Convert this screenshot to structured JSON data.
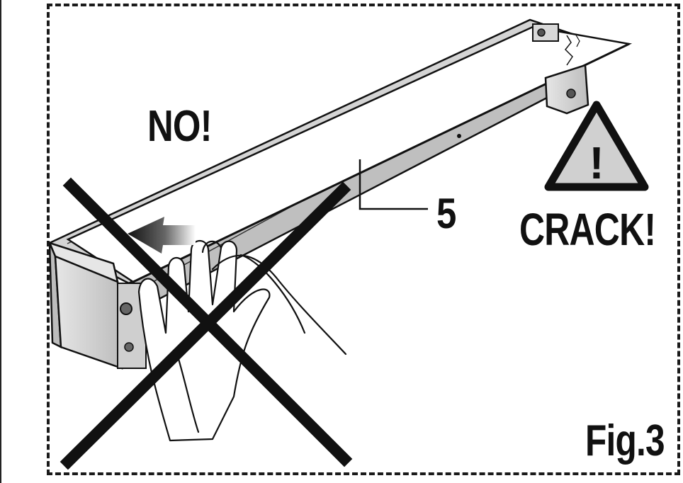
{
  "figure": {
    "no_label": "NO!",
    "part_number": "5",
    "warning_text": "CRACK!",
    "warning_symbol": "!",
    "figure_label": "Fig.3"
  },
  "icons": {
    "warning": "warning-triangle-icon",
    "prohibited": "cross-out-x-icon",
    "push_direction": "arrow-icon"
  },
  "colors": {
    "ink": "#111111",
    "metal_shade": "#c8c8c8",
    "warning_fill": "#d0d0d0",
    "background": "#ffffff"
  }
}
